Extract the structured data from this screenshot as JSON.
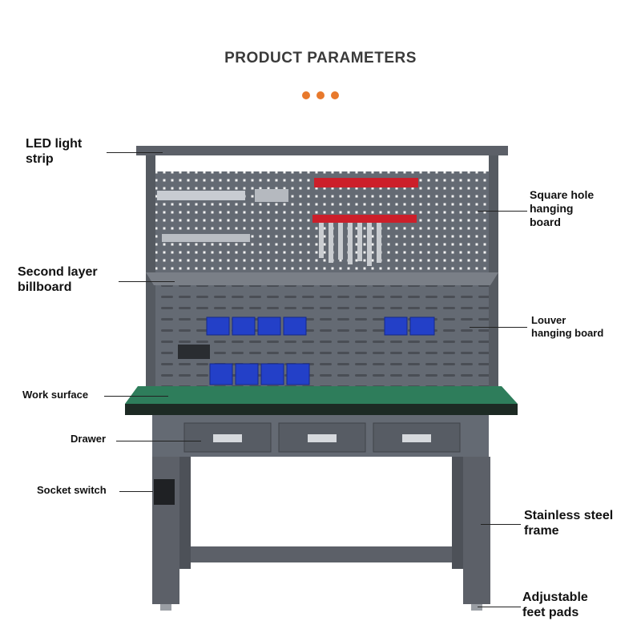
{
  "header": {
    "title": "PRODUCT PARAMETERS",
    "accent_color": "#e8792c"
  },
  "labels": {
    "led": "LED light\nstrip",
    "square_hole": "Square hole\nhanging\nboard",
    "second_layer": "Second layer\nbillboard",
    "louver": "Louver\nhanging board",
    "work_surface": "Work surface",
    "drawer": "Drawer",
    "socket_switch": "Socket switch",
    "frame": "Stainless steel\nframe",
    "feet": "Adjustable\nfeet pads"
  },
  "colors": {
    "frame": "#5c6068",
    "panel": "#6b7079",
    "work_surface": "#2e7d5b",
    "bins": "#2340c8",
    "hooks": "#cc1f2a"
  }
}
